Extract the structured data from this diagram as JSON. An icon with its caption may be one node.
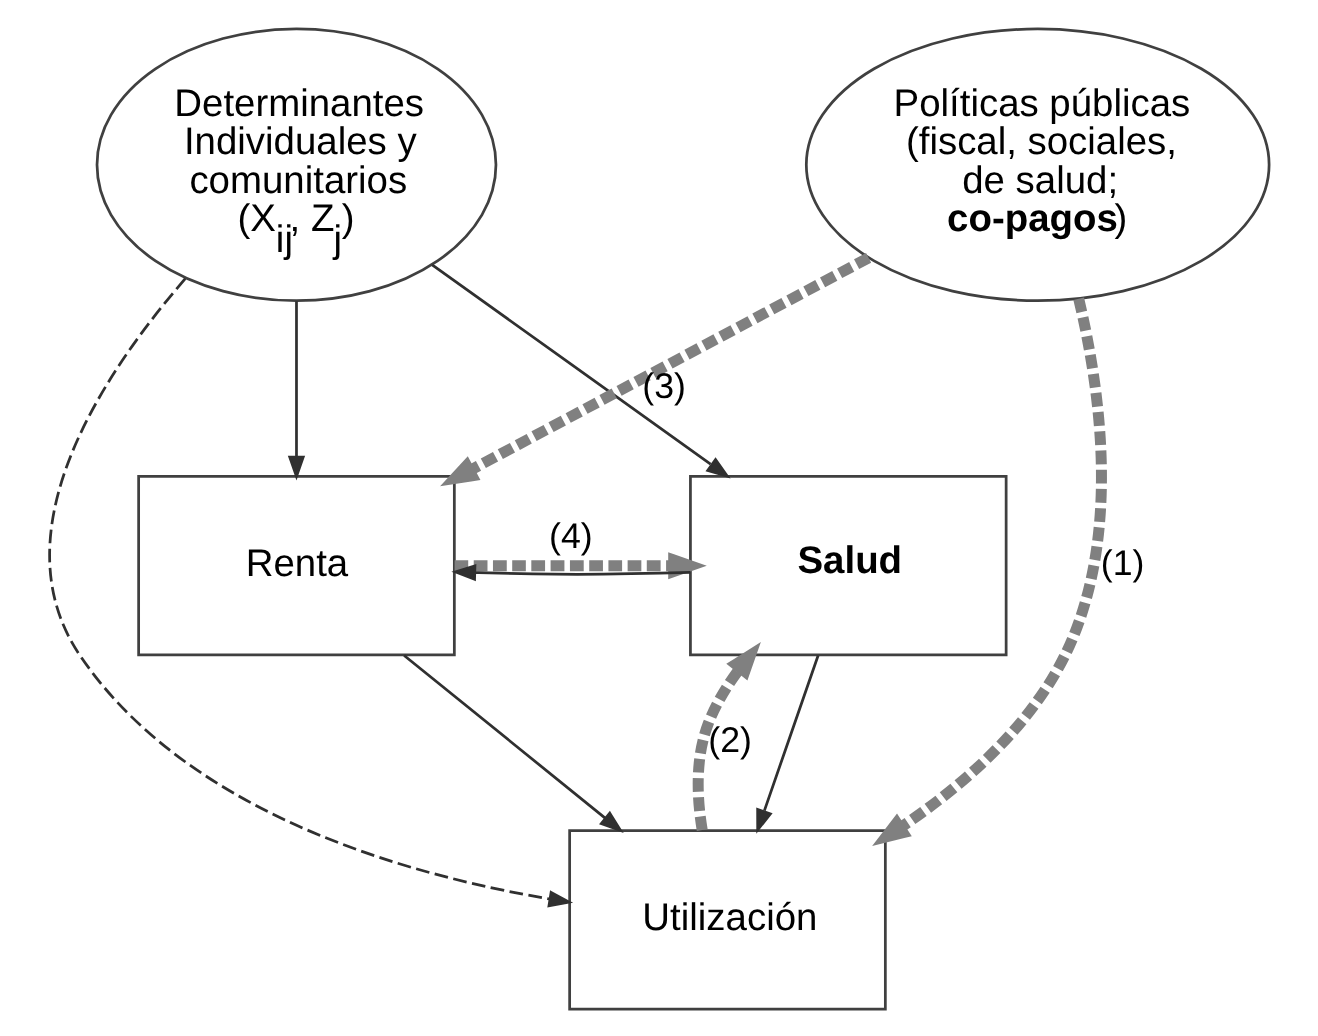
{
  "diagram": {
    "nodes": [
      {
        "text": [
          "Renta"
        ]
      },
      {
        "text": [
          "Salud"
        ]
      },
      {
        "text": [
          "Determinantes Individuales y comunitarios (X$_{ij}$, Z$_{j}$)"
        ]
      },
      {
        "text": [
          "Utilización"
        ]
      },
      {
        "text": [
          "Políticas públicas (fiscal, sociales, de salud; **co-pagos**)"
        ]
      }
    ],
    "edges": [
      {
        "from": 2,
        "to": 1,
        "arrow": "to"
      },
      {
        "from": 2,
        "to": 0,
        "arrow": "to"
      },
      {
        "from": 2,
        "to": 3,
        "arrow": "to",
        "style": "dashed"
      },
      {
        "from": 0,
        "to": 3,
        "arrow": "to"
      },
      {
        "from": 1,
        "to": 0,
        "arrow": "to"
      },
      {
        "from": 1,
        "to": 3,
        "arrow": "to"
      },
      {
        "from": 0,
        "to": 1,
        "arrow": "to",
        "label": "(4)",
        "style": "dashed",
        "color": "#808080"
      },
      {
        "from": 4,
        "to": 0,
        "arrow": "to",
        "label": "(3)",
        "style": "dashed",
        "color": "#808080"
      },
      {
        "from": 3,
        "to": 1,
        "arrow": "to",
        "label": "(2)",
        "style": "dashed",
        "color": "#808080"
      },
      {
        "from": 4,
        "to": 3,
        "arrow": "to",
        "label": "(1)",
        "style": "dashed",
        "color": "#808080"
      }
    ]
  }
}
